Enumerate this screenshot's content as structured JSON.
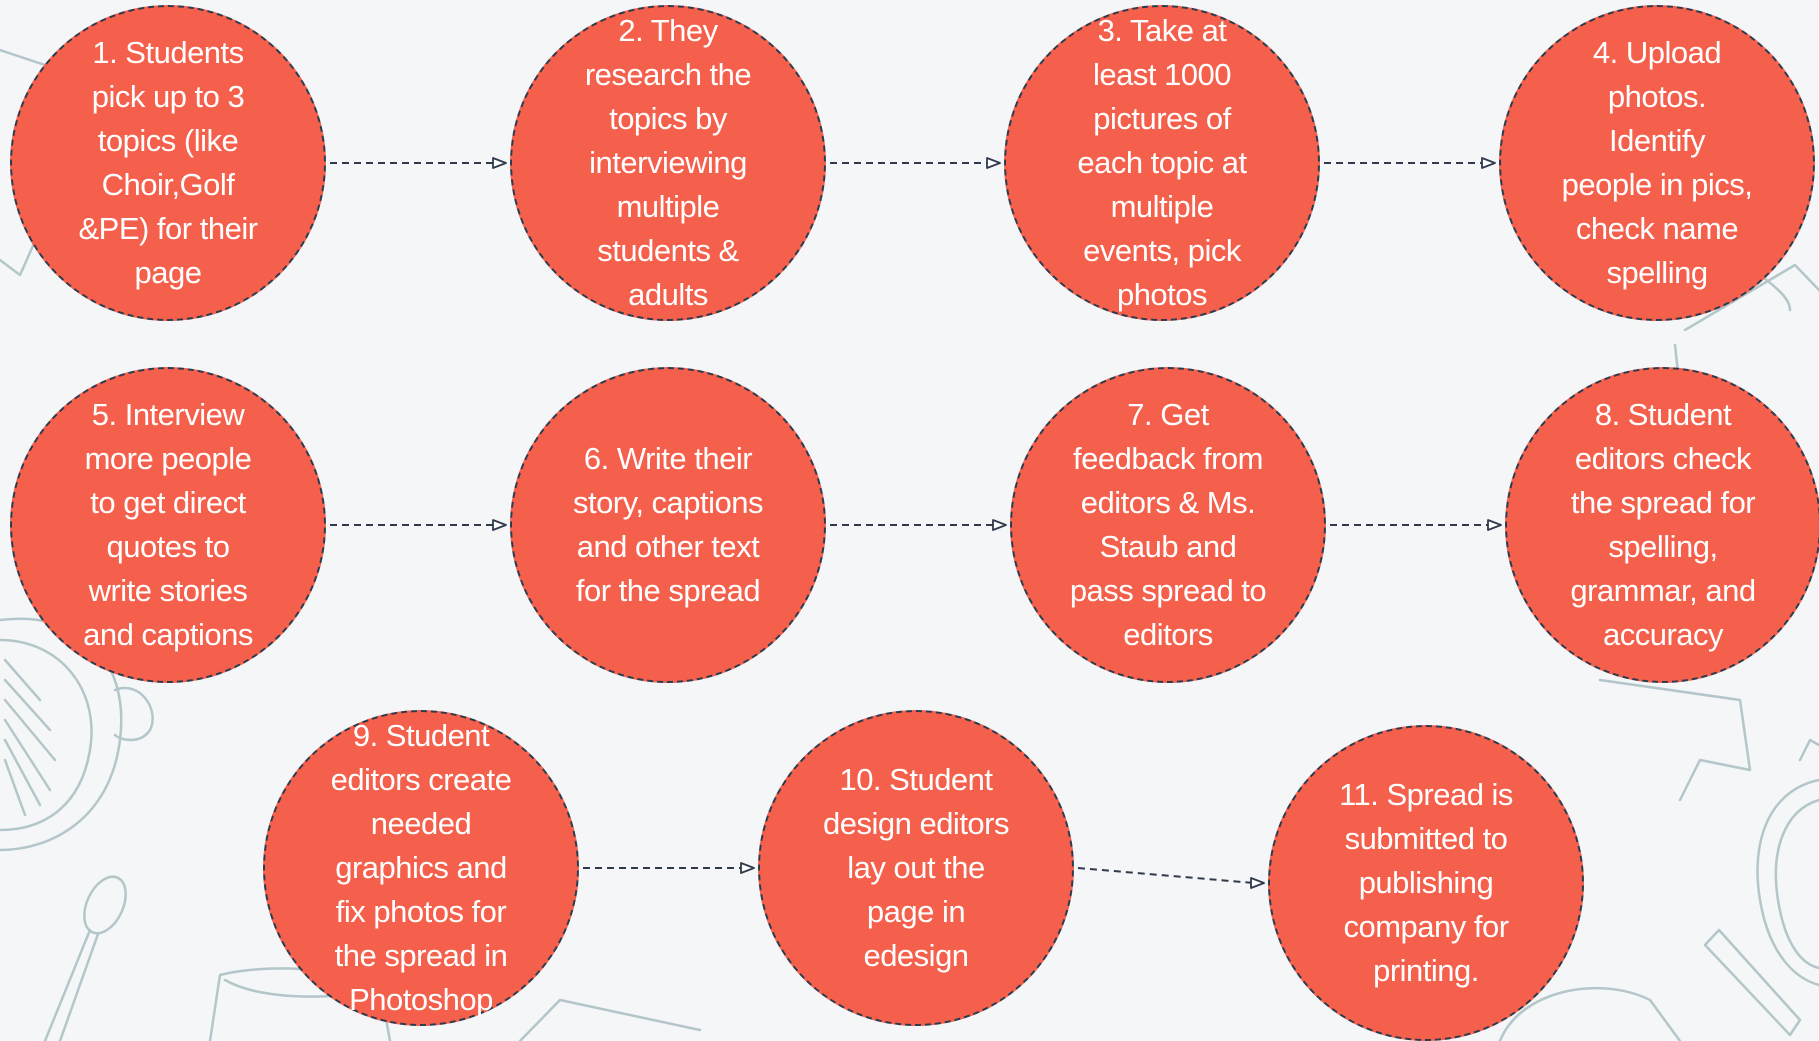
{
  "colors": {
    "background": "#f4f6f8",
    "node_fill": "#f4604c",
    "node_border": "#2f3a4c",
    "node_text": "#ffffff",
    "connector": "#2f3a4c",
    "doodle": "#9fb6bb"
  },
  "steps": [
    {
      "id": "1",
      "text": "1. Students\npick up to 3\ntopics  (like\nChoir,Golf\n&PE) for their\npage"
    },
    {
      "id": "2",
      "text": "2. They\nresearch the\ntopics  by\ninterviewing\nmultiple\nstudents &\nadults"
    },
    {
      "id": "3",
      "text": "3. Take at\nleast 1000\npictures of\neach topic at\nmultiple\nevents, pick\nphotos"
    },
    {
      "id": "4",
      "text": "4. Upload\nphotos.\nIdentify\npeople in pics,\ncheck name\nspelling"
    },
    {
      "id": "5",
      "text": "5. Interview\nmore people\nto get direct\nquotes to\nwrite stories\nand captions"
    },
    {
      "id": "6",
      "text": "6. Write their\nstory, captions\nand other text\nfor the spread"
    },
    {
      "id": "7",
      "text": "7. Get\nfeedback from\neditors & Ms.\nStaub and\npass spread to\neditors"
    },
    {
      "id": "8",
      "text": "8. Student\neditors check\nthe spread for\nspelling,\ngrammar, and\naccuracy"
    },
    {
      "id": "9",
      "text": "9. Student\neditors create\nneeded\ngraphics and\nfix photos for\nthe spread  in\nPhotoshop"
    },
    {
      "id": "10",
      "text": "10. Student\ndesign editors\nlay out the\npage in\nedesign"
    },
    {
      "id": "11",
      "text": "11. Spread is\nsubmitted to\npublishing\ncompany for\nprinting."
    }
  ],
  "connections": [
    {
      "from": "1",
      "to": "2"
    },
    {
      "from": "2",
      "to": "3"
    },
    {
      "from": "3",
      "to": "4"
    },
    {
      "from": "5",
      "to": "6"
    },
    {
      "from": "6",
      "to": "7"
    },
    {
      "from": "7",
      "to": "8"
    },
    {
      "from": "9",
      "to": "10"
    },
    {
      "from": "10",
      "to": "11"
    }
  ]
}
